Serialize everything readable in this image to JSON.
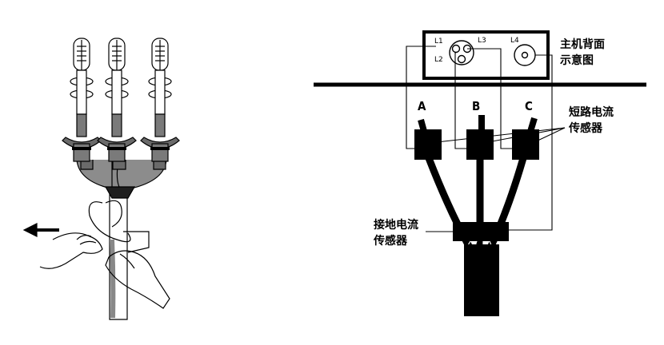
{
  "panel_labels": {
    "rear_panel_line1": "主机背面",
    "rear_panel_line2": "示意图"
  },
  "ports": {
    "l1": "L1",
    "l2": "L2",
    "l3": "L3",
    "l4": "L4"
  },
  "phases": {
    "a": "A",
    "b": "B",
    "c": "C"
  },
  "sensors": {
    "short_circuit_line1": "短路电流",
    "short_circuit_line2": "传感器",
    "ground_line1": "接地电流",
    "ground_line2": "传感器"
  }
}
